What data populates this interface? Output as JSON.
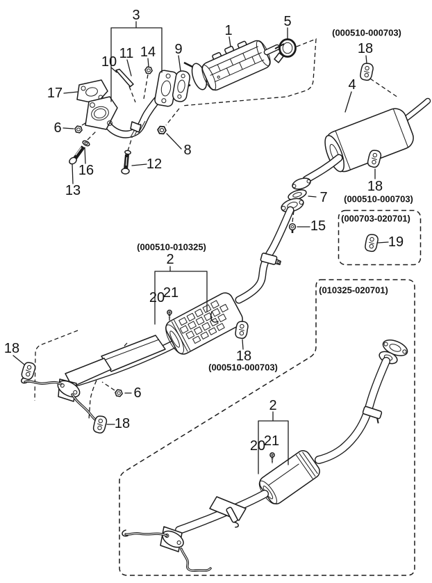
{
  "figure": {
    "type": "exploded-parts-diagram",
    "subject": "exhaust-system",
    "background_color": "#ffffff",
    "line_color": "#1a1a1a"
  },
  "callouts": {
    "c1": "1",
    "c2": "2",
    "c3": "3",
    "c4": "4",
    "c5": "5",
    "c6": "6",
    "c7": "7",
    "c8": "8",
    "c9": "9",
    "c10": "10",
    "c11": "11",
    "c12": "12",
    "c13": "13",
    "c14": "14",
    "c15": "15",
    "c16": "16",
    "c17": "17",
    "c18": "18",
    "c19": "19",
    "c20": "20",
    "c21": "21"
  },
  "date_codes": {
    "range_a": "(000510-000703)",
    "range_b": "(000510-010325)",
    "range_c": "(000703-020701)",
    "range_d": "(010325-020701)"
  }
}
